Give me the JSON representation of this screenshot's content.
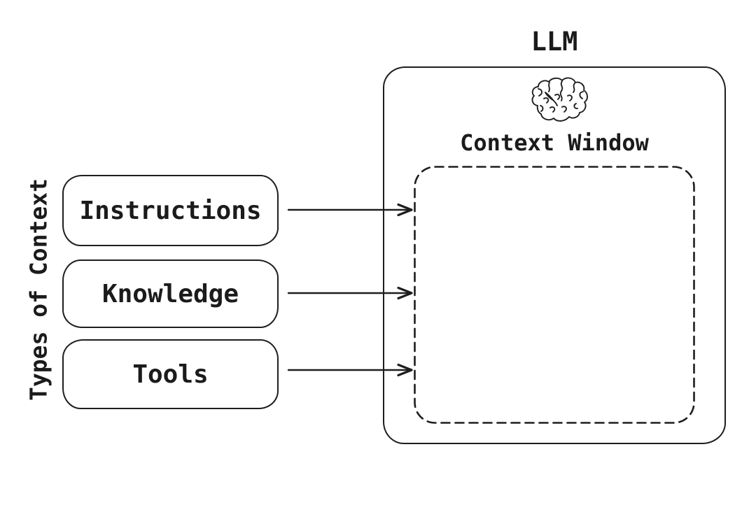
{
  "diagram": {
    "background": "#ffffff",
    "stroke_color": "#1e1e1e",
    "text_color": "#1b1b1b",
    "left_panel": {
      "axis_label": "Types of Context",
      "boxes": [
        {
          "label": "Instructions"
        },
        {
          "label": "Knowledge"
        },
        {
          "label": "Tools"
        }
      ]
    },
    "llm": {
      "title": "LLM",
      "icon": "brain-icon",
      "context_window": {
        "label": "Context Window"
      }
    },
    "connections": [
      {
        "from": "Instructions",
        "to": "Context Window"
      },
      {
        "from": "Knowledge",
        "to": "Context Window"
      },
      {
        "from": "Tools",
        "to": "Context Window"
      }
    ]
  }
}
